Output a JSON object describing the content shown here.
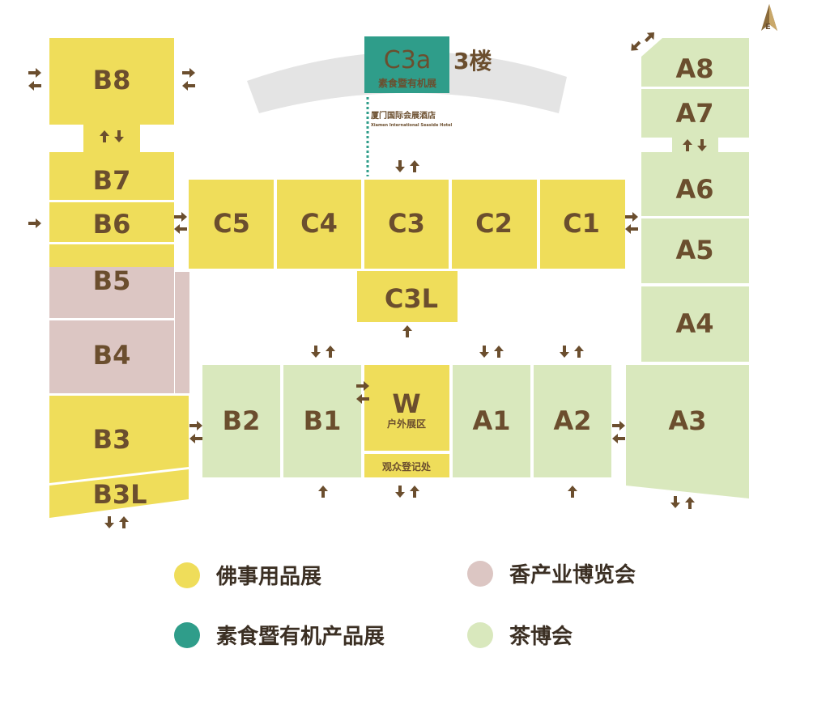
{
  "colors": {
    "buddhist": "#efdd5a",
    "incense": "#dcc6c3",
    "vegetarian": "#2f9d8a",
    "tea": "#d9e8bd",
    "text": "#6b4e2e",
    "hotel_band": "#e4e4e4"
  },
  "halls": {
    "B8": "B8",
    "B7": "B7",
    "B6": "B6",
    "B5": "B5",
    "B4": "B4",
    "B3": "B3",
    "B3L": "B3L",
    "C5": "C5",
    "C4": "C4",
    "C3": "C3",
    "C2": "C2",
    "C1": "C1",
    "C3L": "C3L",
    "B2": "B2",
    "B1": "B1",
    "W": "W",
    "A1": "A1",
    "A2": "A2",
    "A3": "A3",
    "A4": "A4",
    "A5": "A5",
    "A6": "A6",
    "A7": "A7",
    "A8": "A8",
    "C3a": "C3a"
  },
  "labels": {
    "c3a_sub": "素食暨有机展",
    "c3a_floor": "3楼",
    "w_sub": "户外展区",
    "registration": "观众登记处",
    "hotel_cn": "厦门国际会展酒店",
    "hotel_en": "Xiamen International Seaside Hotel",
    "compass": "E"
  },
  "legend": [
    {
      "label": "佛事用品展",
      "color": "#efdd5a"
    },
    {
      "label": "香产业博览会",
      "color": "#dcc6c3"
    },
    {
      "label": "素食暨有机产品展",
      "color": "#2f9d8a"
    },
    {
      "label": "茶博会",
      "color": "#d9e8bd"
    }
  ]
}
